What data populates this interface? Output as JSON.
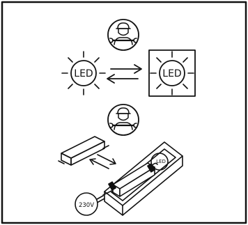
{
  "diagram": {
    "top_lamp_label": "LED",
    "top_lamp_framed_label": "LED",
    "fixture_lamp_label": "LED",
    "voltage_label": "230V",
    "icons": [
      "technician-icon",
      "swap-arrows-icon",
      "led-lamp-icon",
      "led-driver-icon",
      "fixture-icon",
      "power-plug-icon"
    ]
  }
}
